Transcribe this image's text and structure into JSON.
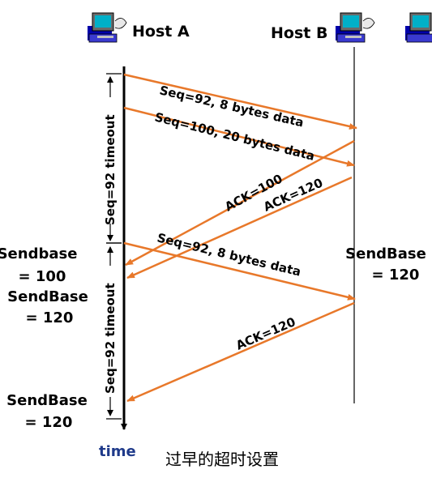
{
  "hosts": {
    "a_label": "Host A",
    "b_label": "Host B",
    "icon": "computer-icon"
  },
  "colors": {
    "arrow": "#e8782a",
    "line": "#000000",
    "time_text": "#1f3a8a"
  },
  "messages": {
    "m1": "Seq=92, 8 bytes data",
    "m2": "Seq=100, 20 bytes data",
    "m3": "ACK=100",
    "m4": "ACK=120",
    "m5": "Seq=92, 8 bytes data",
    "m6": "ACK=120"
  },
  "timeouts": {
    "t1": "Seq=92  timeout",
    "t2": "Seq=92  timeout"
  },
  "host_a_notes": {
    "n1_line1": "Sendbase",
    "n1_line2": "= 100",
    "n2_line1": "SendBase",
    "n2_line2": "= 120",
    "n3_line1": "SendBase",
    "n3_line2": "= 120"
  },
  "host_b_notes": {
    "n1_line1": "SendBase",
    "n1_line2": "= 120"
  },
  "time_label": "time",
  "caption": "过早的超时设置"
}
